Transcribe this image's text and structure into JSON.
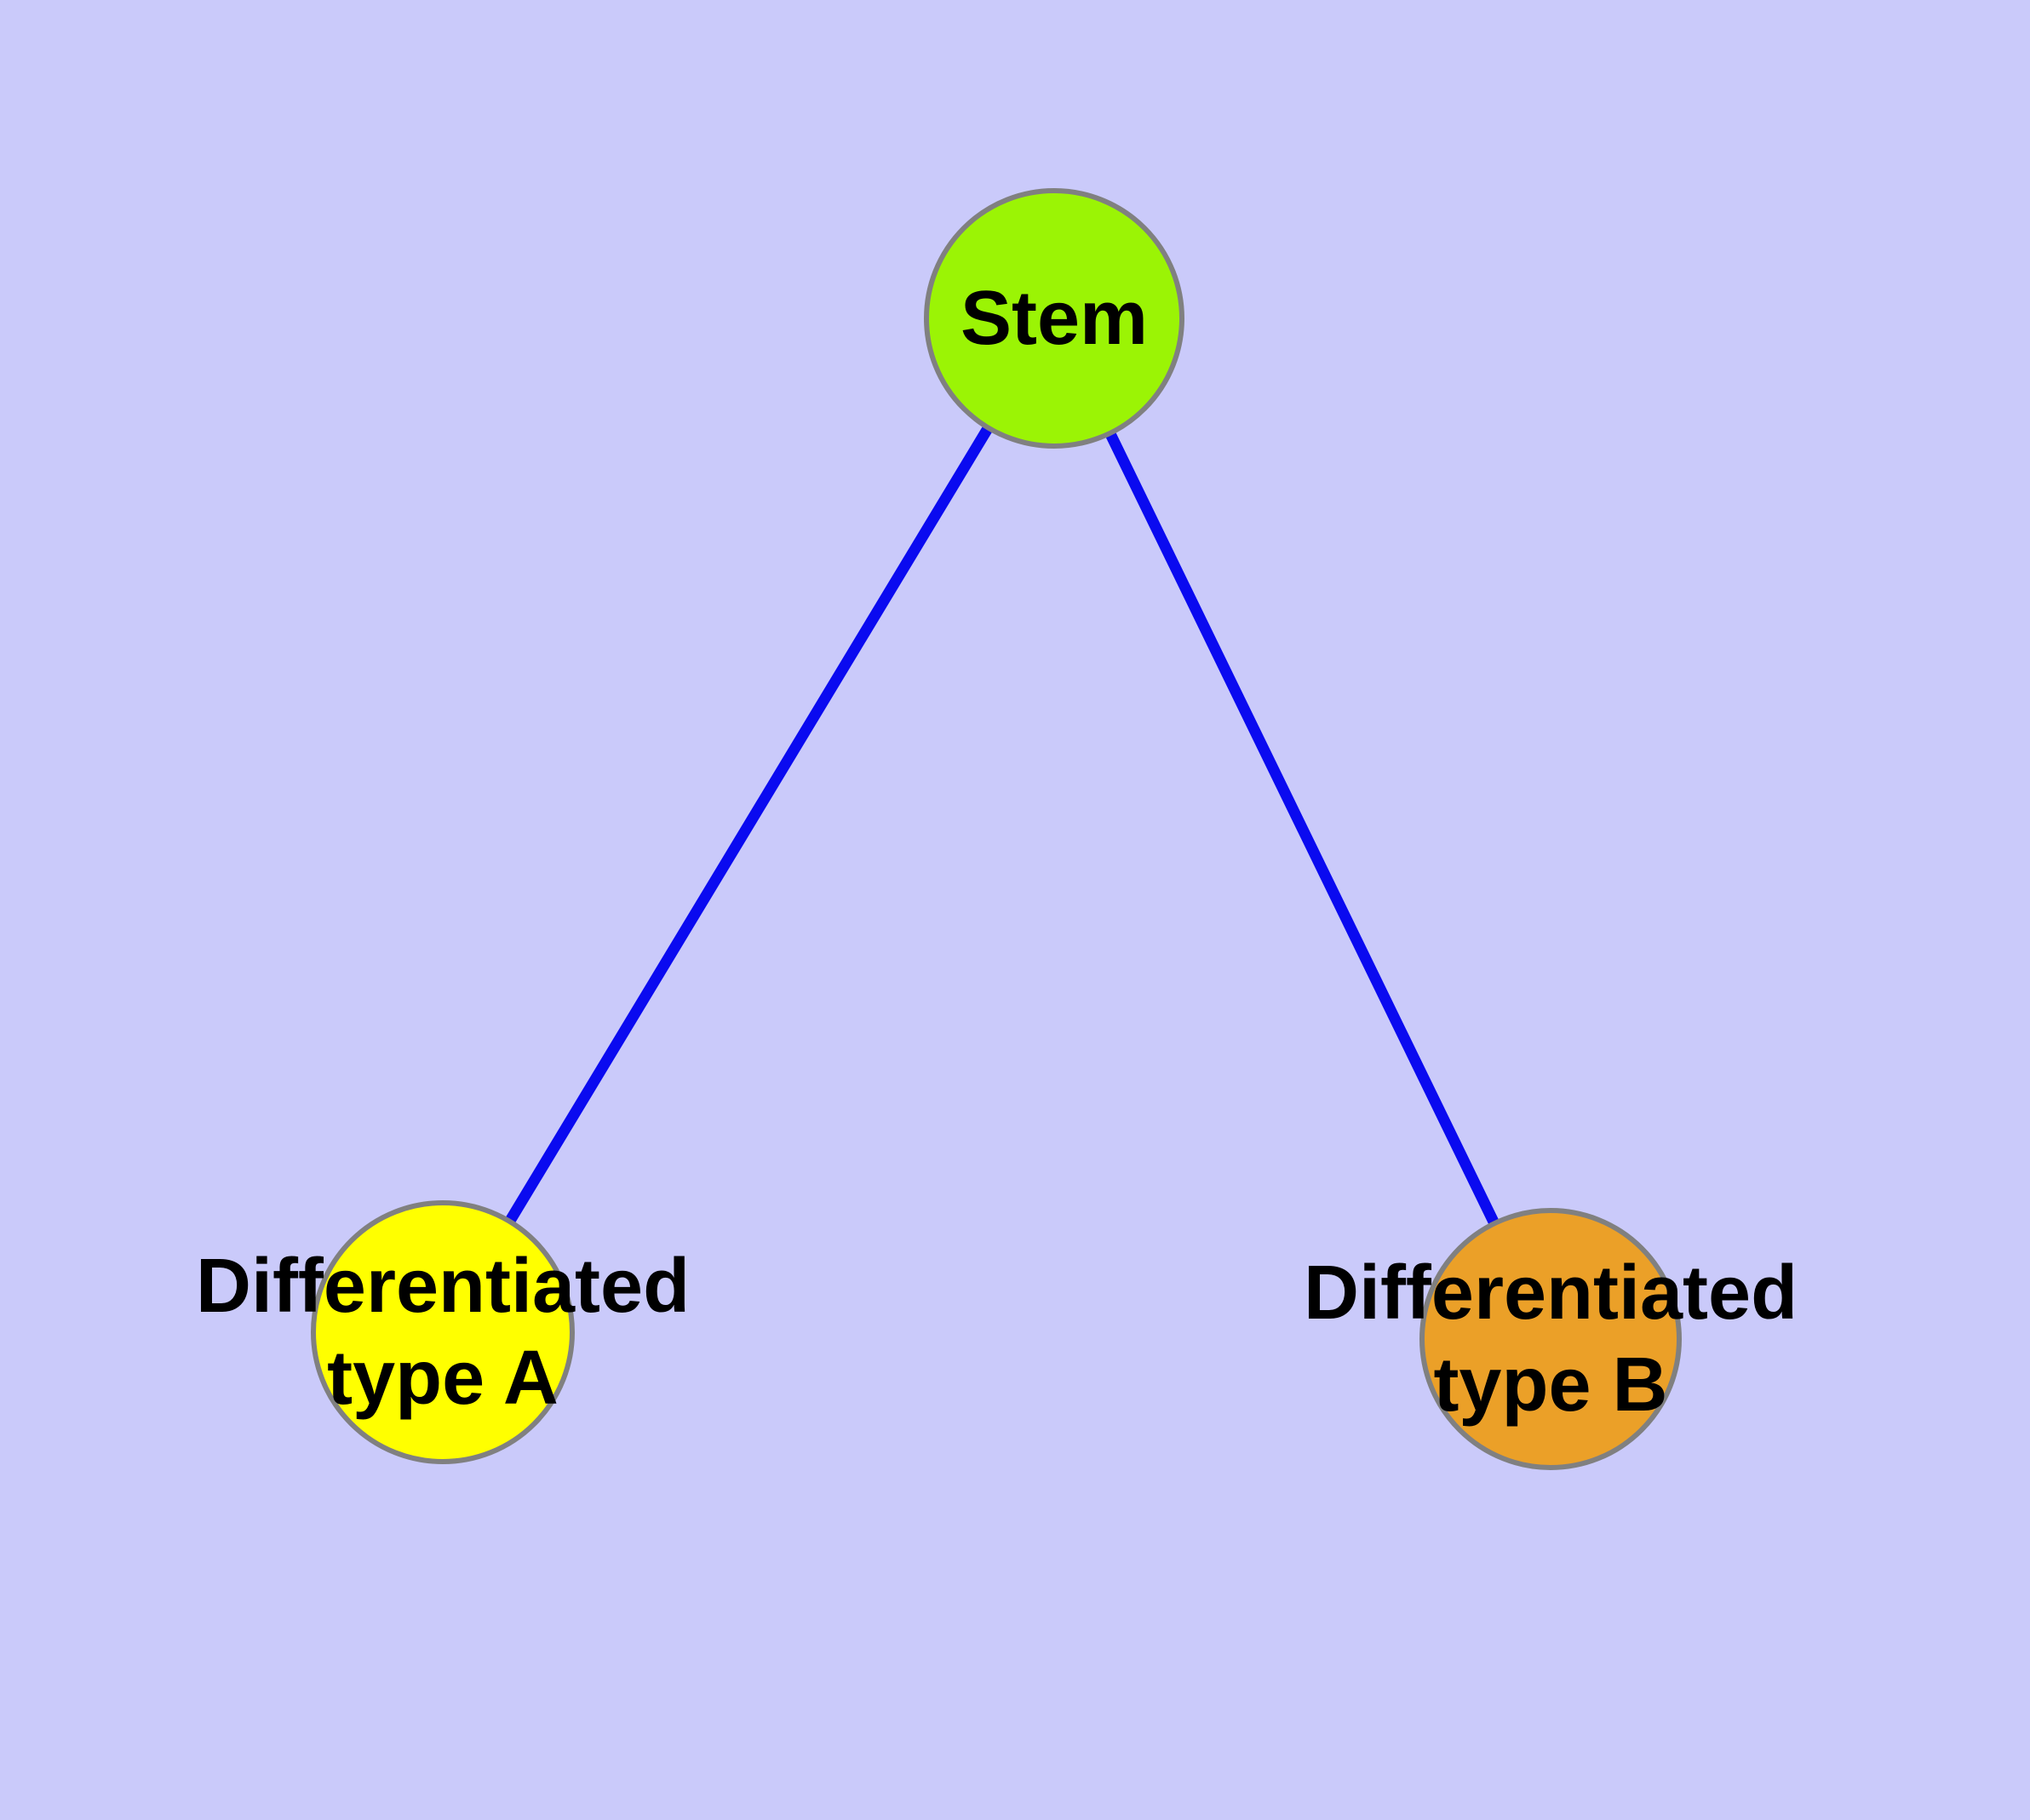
{
  "diagram": {
    "background_color": "#CACAFA",
    "edge_color": "#0A0AF0",
    "node_border_color": "#808080",
    "label_color": "#000000",
    "nodes": [
      {
        "id": "stem",
        "label": "Stem",
        "color": "#9BF405"
      },
      {
        "id": "type-a",
        "label_line1": "Differentiated",
        "label_line2": "type A",
        "color": "#FFFF00"
      },
      {
        "id": "type-b",
        "label_line1": "Differentiated",
        "label_line2": "type B",
        "color": "#EBA028"
      }
    ],
    "edges": [
      {
        "from": "Stem",
        "to": "Differentiated type A"
      },
      {
        "from": "Stem",
        "to": "Differentiated type B"
      }
    ]
  }
}
